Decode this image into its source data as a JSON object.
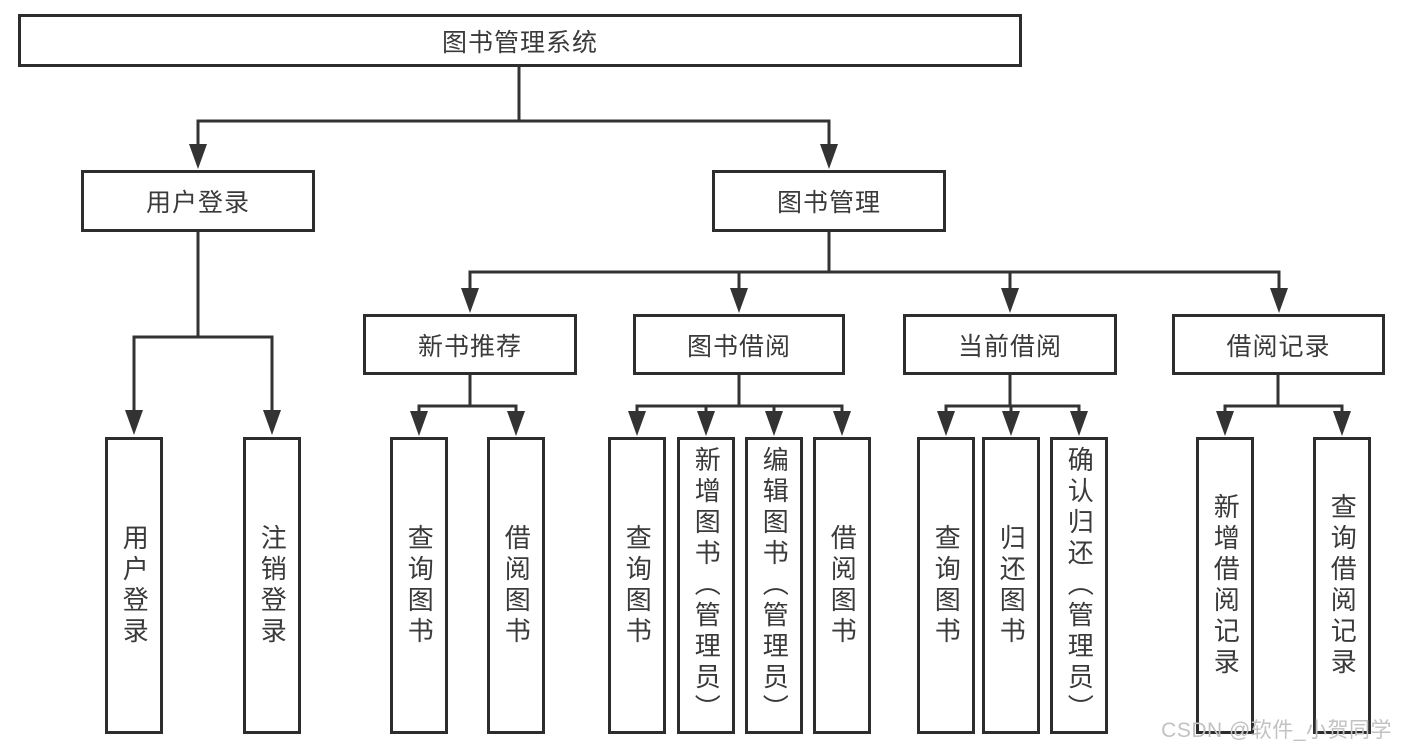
{
  "diagram_title": "图书管理系统",
  "tree": {
    "label": "图书管理系统",
    "children": [
      {
        "label": "用户登录",
        "children": [
          {
            "label": "用户登录"
          },
          {
            "label": "注销登录"
          }
        ]
      },
      {
        "label": "图书管理",
        "children": [
          {
            "label": "新书推荐",
            "children": [
              {
                "label": "查询图书"
              },
              {
                "label": "借阅图书"
              }
            ]
          },
          {
            "label": "图书借阅",
            "children": [
              {
                "label": "查询图书"
              },
              {
                "label": "新增图书（管理员）"
              },
              {
                "label": "编辑图书（管理员）"
              },
              {
                "label": "借阅图书"
              }
            ]
          },
          {
            "label": "当前借阅",
            "children": [
              {
                "label": "查询图书"
              },
              {
                "label": "归还图书"
              },
              {
                "label": "确认归还（管理员）"
              }
            ]
          },
          {
            "label": "借阅记录",
            "children": [
              {
                "label": "新增借阅记录"
              },
              {
                "label": "查询借阅记录"
              }
            ]
          }
        ]
      }
    ]
  },
  "watermark": "CSDN @软件_小贺同学",
  "colors": {
    "background": "#ffffff",
    "box_border": "#2d2d2d",
    "line": "#333333",
    "text": "#3a3a3a",
    "watermark": "#c2c2c2"
  }
}
